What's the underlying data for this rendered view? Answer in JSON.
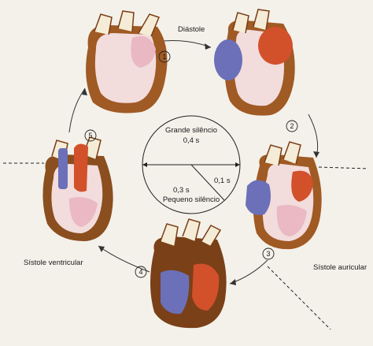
{
  "cycle": {
    "phases": [
      {
        "number": "1",
        "label": "Diástole"
      },
      {
        "number": "2",
        "label": ""
      },
      {
        "number": "3",
        "label": "Sístole auricular"
      },
      {
        "number": "4",
        "label": "Sístole ventricular"
      },
      {
        "number": "5",
        "label": ""
      }
    ]
  },
  "timing_circle": {
    "upper_label": "Grande silêncio",
    "upper_value": "0,4 s",
    "right_value": "0,1 s",
    "lower_value": "0,3 s",
    "lower_label": "Pequeno silêncio"
  },
  "colors": {
    "muscle": "#8a4e1f",
    "muscle_light": "#b9773c",
    "cavity": "#f3dede",
    "venous_blue": "#6b70b8",
    "arterial_red": "#d2502a",
    "vessel_outline": "#7a3c14",
    "arrow": "#333333"
  }
}
